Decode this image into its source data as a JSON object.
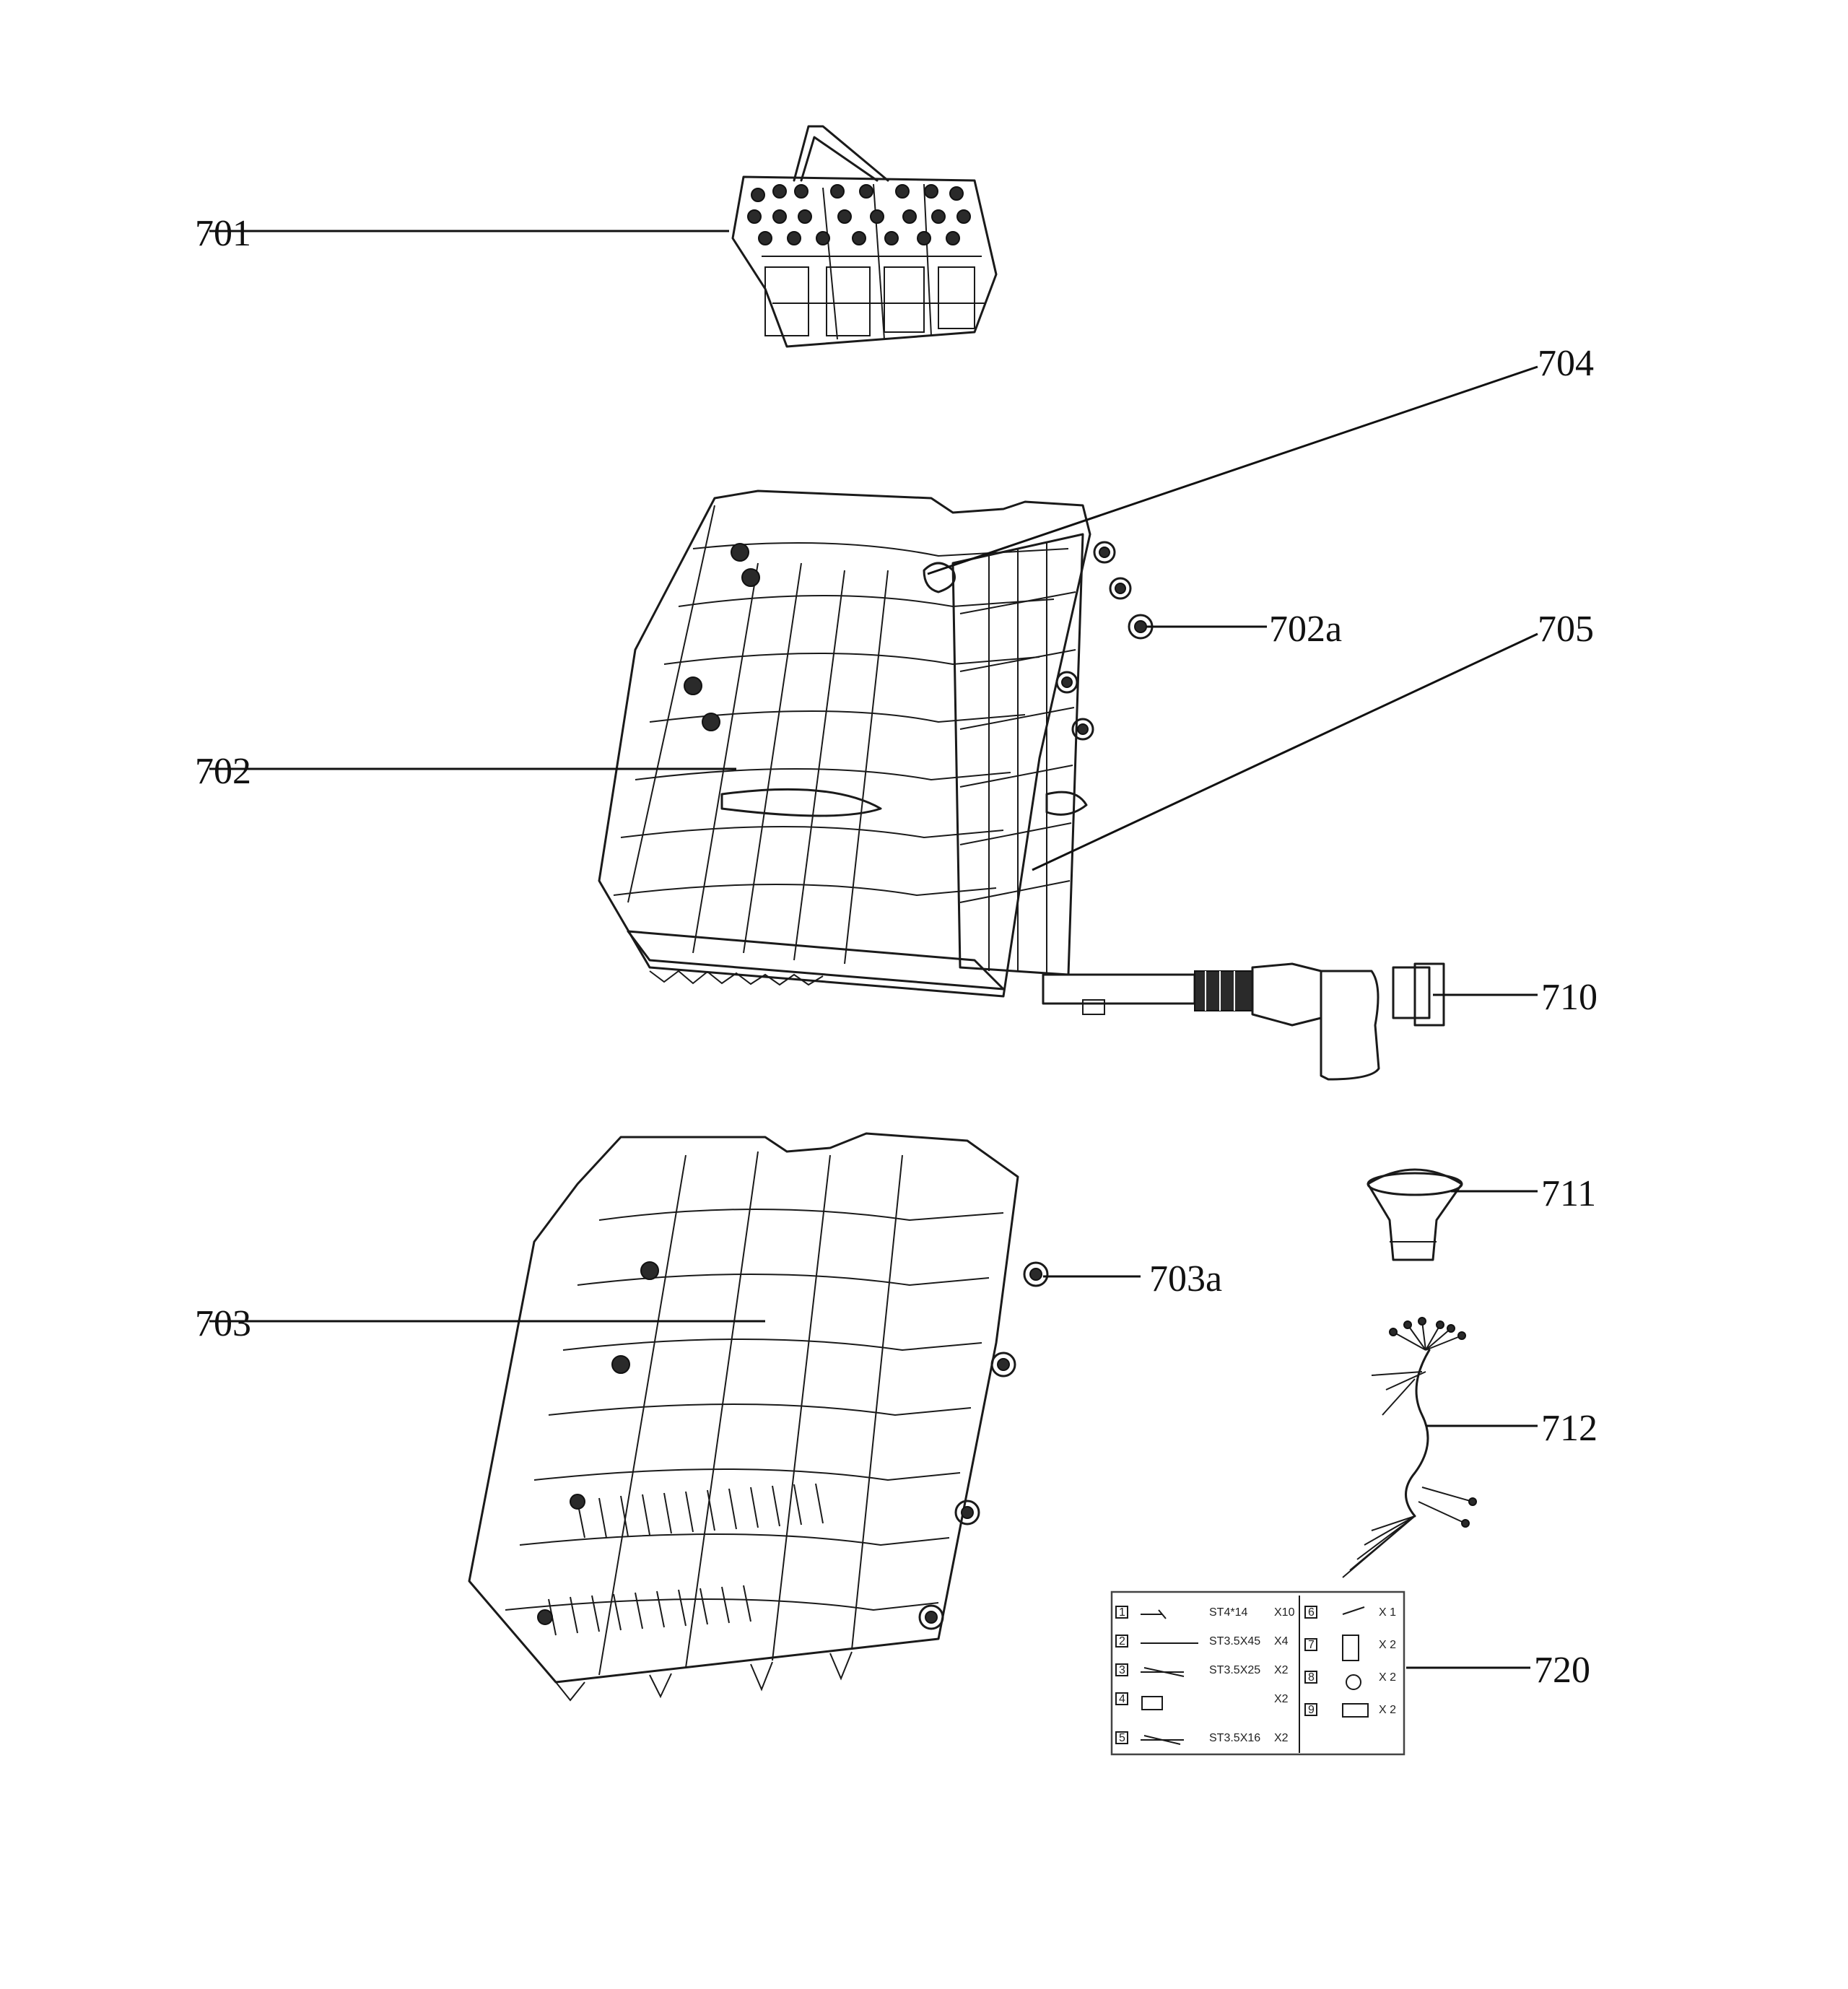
{
  "callouts": {
    "c701": "701",
    "c704": "704",
    "c702a": "702a",
    "c705": "705",
    "c702": "702",
    "c710": "710",
    "c711": "711",
    "c703a": "703a",
    "c703": "703",
    "c712": "712",
    "c720": "720"
  },
  "accessory_kit": {
    "rows": [
      {
        "num": "1",
        "spec": "ST4*14",
        "qty": "X10"
      },
      {
        "num": "2",
        "spec": "ST3.5X45",
        "qty": "X4"
      },
      {
        "num": "3",
        "spec": "ST3.5X25",
        "qty": "X2"
      },
      {
        "num": "4",
        "spec": "",
        "qty": "X2"
      },
      {
        "num": "5",
        "spec": "ST3.5X16",
        "qty": "X2"
      },
      {
        "num": "6",
        "spec": "",
        "qty": "X 1"
      },
      {
        "num": "7",
        "spec": "",
        "qty": "X 2"
      },
      {
        "num": "8",
        "spec": "",
        "qty": "X 2"
      },
      {
        "num": "9",
        "spec": "",
        "qty": "X 2"
      }
    ]
  },
  "colors": {
    "line": "#1a1a1a",
    "background": "#ffffff"
  }
}
